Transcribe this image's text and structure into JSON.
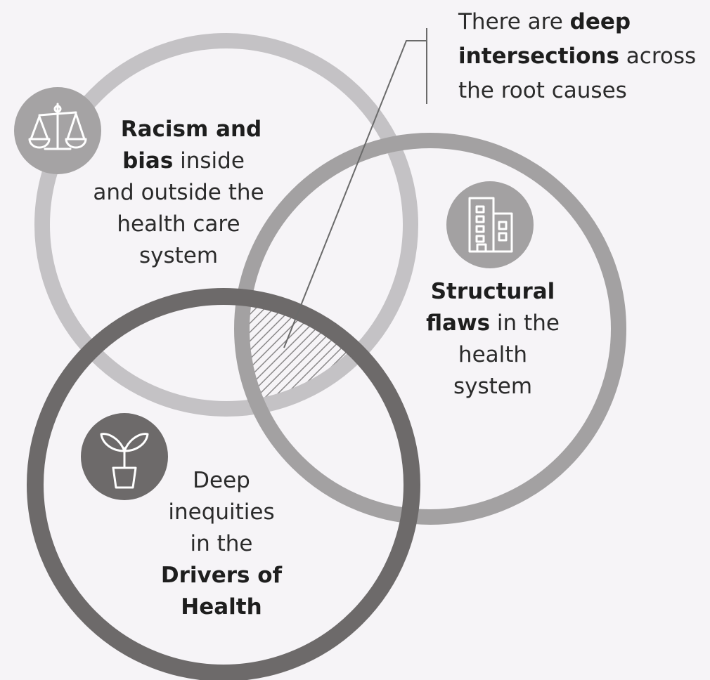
{
  "callout": {
    "line1_pre": "There are ",
    "line1_bold": "deep",
    "line2_bold": "intersections",
    "line2_post": " across",
    "line3": "the root causes"
  },
  "circles": {
    "racism": {
      "bold1": "Racism and",
      "bold2": "bias",
      "rest2": " inside",
      "line3": "and outside the",
      "line4": "health care",
      "line5": "system",
      "icon": "scales-icon",
      "color": "#c4c2c5"
    },
    "structural": {
      "bold1": "Structural",
      "bold2": "flaws",
      "rest2": " in the",
      "line3": "health",
      "line4": "system",
      "icon": "building-icon",
      "color": "#a3a1a2"
    },
    "drivers": {
      "line1": "Deep",
      "line2": "inequities",
      "line3": "in the",
      "bold4": "Drivers of",
      "bold5": "Health",
      "icon": "plant-icon",
      "color": "#6d6a6a"
    }
  },
  "colors": {
    "background": "#f6f4f7",
    "hatch": "#8a8889",
    "leader_line": "#6a6a6a"
  }
}
